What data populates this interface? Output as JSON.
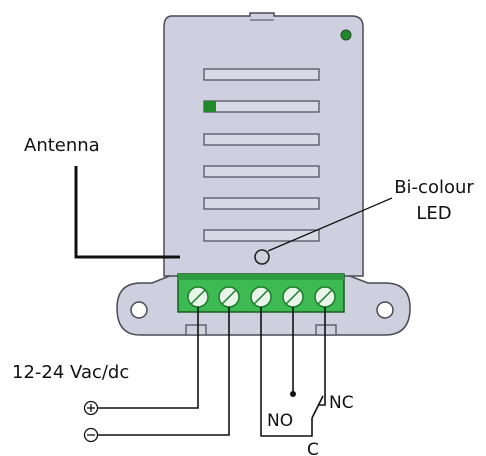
{
  "labels": {
    "antenna": "Antenna",
    "led_line1": "Bi-colour",
    "led_line2": "LED",
    "power": "12-24 Vac/dc",
    "plus": "+",
    "minus": "−",
    "no": "NO",
    "nc": "NC",
    "c": "C"
  },
  "colors": {
    "housing": "#cfd0df",
    "housing_stroke": "#4a4a55",
    "terminal_green": "#3dbb52",
    "terminal_dark": "#1f7a2c",
    "led_indicator": "#1e8a2a",
    "wire": "#111111"
  },
  "terminal_block": {
    "screw_count": 5
  },
  "display_slots": {
    "count": 6,
    "highlighted_slot": 2
  }
}
